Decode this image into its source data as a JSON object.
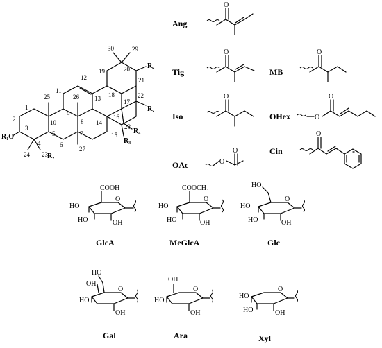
{
  "core": {
    "atoms": [
      "1",
      "2",
      "3",
      "4",
      "5",
      "6",
      "7",
      "8",
      "9",
      "10",
      "11",
      "12",
      "13",
      "14",
      "15",
      "16",
      "17",
      "18",
      "19",
      "20",
      "21",
      "22",
      "23",
      "24",
      "25",
      "26",
      "27",
      "28",
      "29",
      "30"
    ],
    "r1o": "R₁O",
    "r2": "R₂",
    "r3": "R₃",
    "r4": "R₄",
    "r5": "R₅",
    "r6": "R₆"
  },
  "substituents": {
    "ang": "Ang",
    "tig": "Tig",
    "mb": "MB",
    "iso": "Iso",
    "ohex": "OHex",
    "cin": "Cin",
    "oac": "OAc"
  },
  "sugars": {
    "glca": {
      "name": "GlcA",
      "top": "COOH",
      "ho1": "HO",
      "ho2": "HO",
      "oh": "OH",
      "o": "O"
    },
    "meglca": {
      "name": "MeGlcA",
      "top": "COOCH₃",
      "ho1": "HO",
      "ho2": "HO",
      "oh": "OH",
      "o": "O"
    },
    "glc": {
      "name": "Glc",
      "top": "HO",
      "ho1": "HO",
      "ho2": "HO",
      "oh": "OH",
      "o": "O"
    },
    "gal": {
      "name": "Gal",
      "top1": "HO",
      "top2": "OH",
      "ho": "HO",
      "oh": "OH",
      "o": "O"
    },
    "ara": {
      "name": "Ara",
      "top": "OH",
      "ho": "HO",
      "oh": "OH",
      "o": "O"
    },
    "xyl": {
      "name": "Xyl",
      "ho1": "HO",
      "ho2": "HO",
      "oh": "OH",
      "o": "O"
    }
  },
  "atom_labels": {
    "o": "O"
  }
}
